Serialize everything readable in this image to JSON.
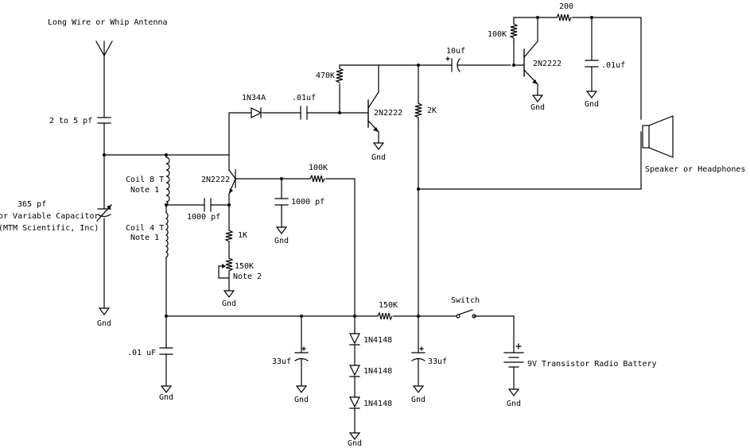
{
  "labels": {
    "antenna": "Long Wire or Whip Antenna",
    "c_ant": "2 to 5 pf",
    "var_cap_value": "365 pf",
    "var_cap_desc": "or Variable Capacitor",
    "var_cap_source": "(MTM Scientific, Inc)",
    "coil8_name": "Coil 8 T",
    "coil8_note": "Note 1",
    "coil4_name": "Coil 4 T",
    "coil4_note": "Note 1",
    "c_01uf_bottom": ".01 uF",
    "q1": "2N2222",
    "c_1000_left": "1000 pf",
    "r_1k": "1K",
    "pot_150k": "150K",
    "pot_note": "Note 2",
    "r_100k_mid": "100K",
    "c_1000_right": "1000 pf",
    "d_1n34a": "1N34A",
    "c_01uf_mid": ".01uf",
    "r_470k": "470K",
    "q2": "2N2222",
    "r_2k": "2K",
    "c_10uf": "10uf",
    "r_100k_top": "100K",
    "q3": "2N2222",
    "r_200": "200",
    "c_01uf_top": ".01uf",
    "speaker": "Speaker or Headphones",
    "r_150k": "150K",
    "switch": "Switch",
    "battery": "9V Transistor Radio Battery",
    "c_33uf_left": "33uf",
    "c_33uf_right": "33uf",
    "d1": "1N4148",
    "d2": "1N4148",
    "d3": "1N4148",
    "gnd": "Gnd"
  }
}
